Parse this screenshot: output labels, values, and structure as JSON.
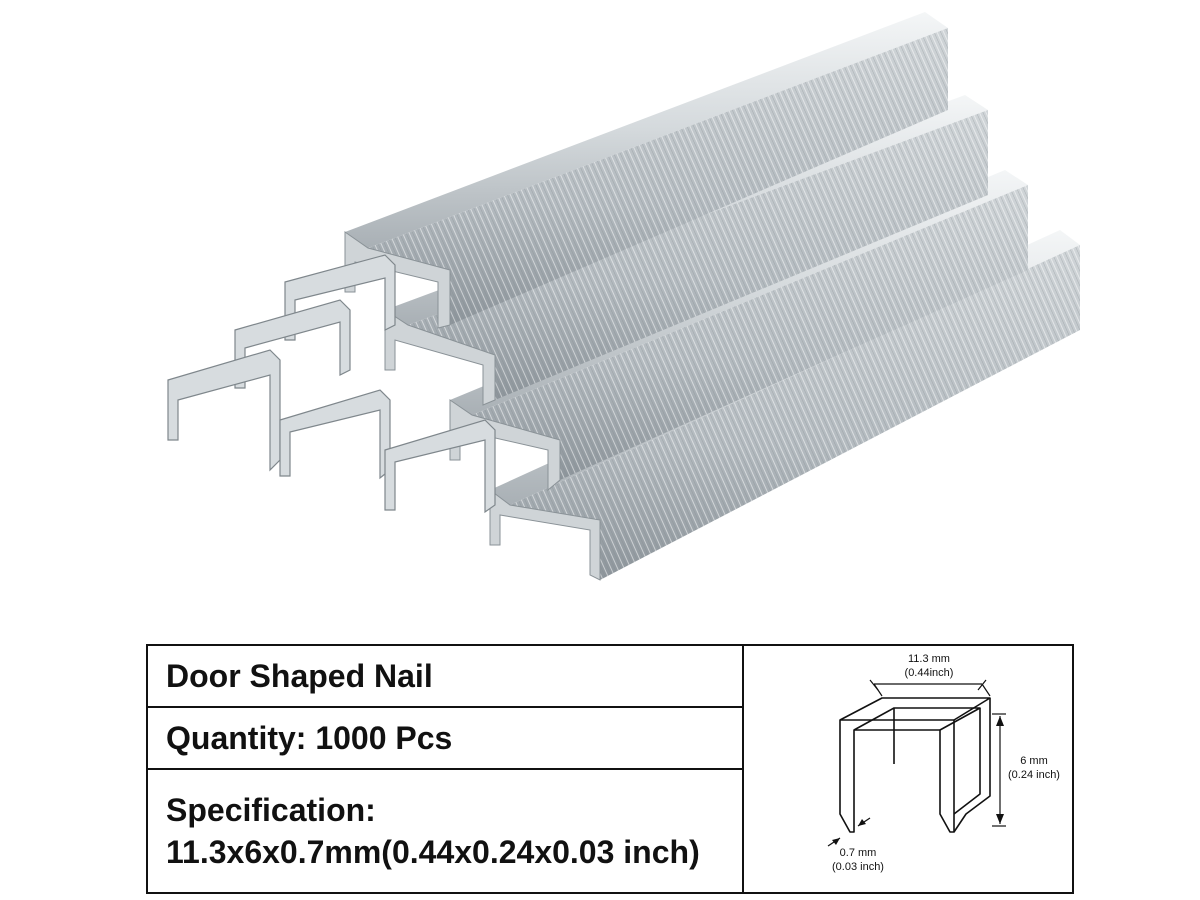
{
  "product": {
    "name": "Door Shaped Nail",
    "quantity": "Quantity: 1000 Pcs",
    "spec_title": "Specification:",
    "spec_value": "11.3x6x0.7mm(0.44x0.24x0.03 inch)"
  },
  "diagram": {
    "width_mm": "11.3 mm",
    "width_inch": "(0.44inch)",
    "height_mm": "6 mm",
    "height_inch": "(0.24 inch)",
    "thickness_mm": "0.7 mm",
    "thickness_inch": "(0.03 inch)"
  },
  "colors": {
    "border": "#111111",
    "steel_light": "#e9ecee",
    "steel_mid": "#b9bfc4",
    "steel_dark": "#7d858b"
  }
}
